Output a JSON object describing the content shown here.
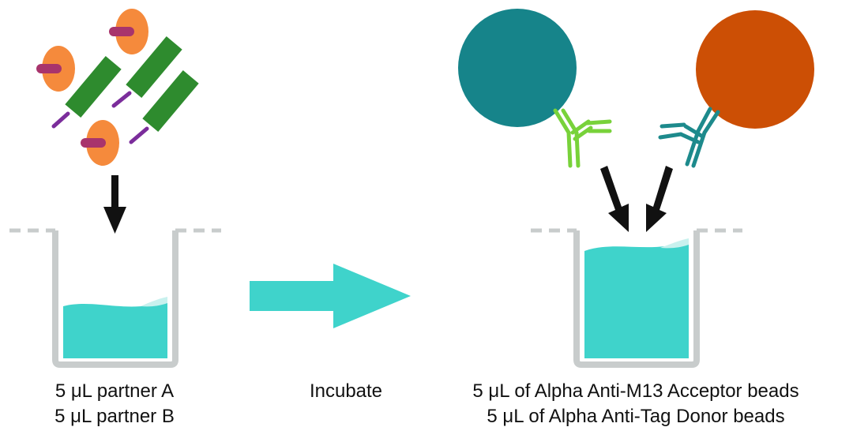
{
  "steps": [
    {
      "lines": [
        "5 μL partner A",
        "5 μL partner B"
      ]
    },
    {
      "lines": [
        "Incubate"
      ]
    },
    {
      "lines": [
        "5 μL of Alpha Anti-M13 Acceptor beads",
        "5 μL of Alpha Anti-Tag Donor beads"
      ]
    }
  ],
  "colors": {
    "phage_body": "#2E8B2E",
    "phage_tail": "#7B2D9B",
    "protein_disc": "#F58A3C",
    "protein_tag": "#A8346C",
    "well_outline": "#C8CCCC",
    "liquid": "#3FD3CB",
    "liquid_highlight": "#C8F1EE",
    "process_arrow": "#3FD3CB",
    "acceptor_bead": "#16848A",
    "donor_bead": "#CC4F05",
    "acceptor_antibody": "#78D23A",
    "donor_antibody": "#1D8A8C",
    "drop_arrow": "#111111"
  }
}
